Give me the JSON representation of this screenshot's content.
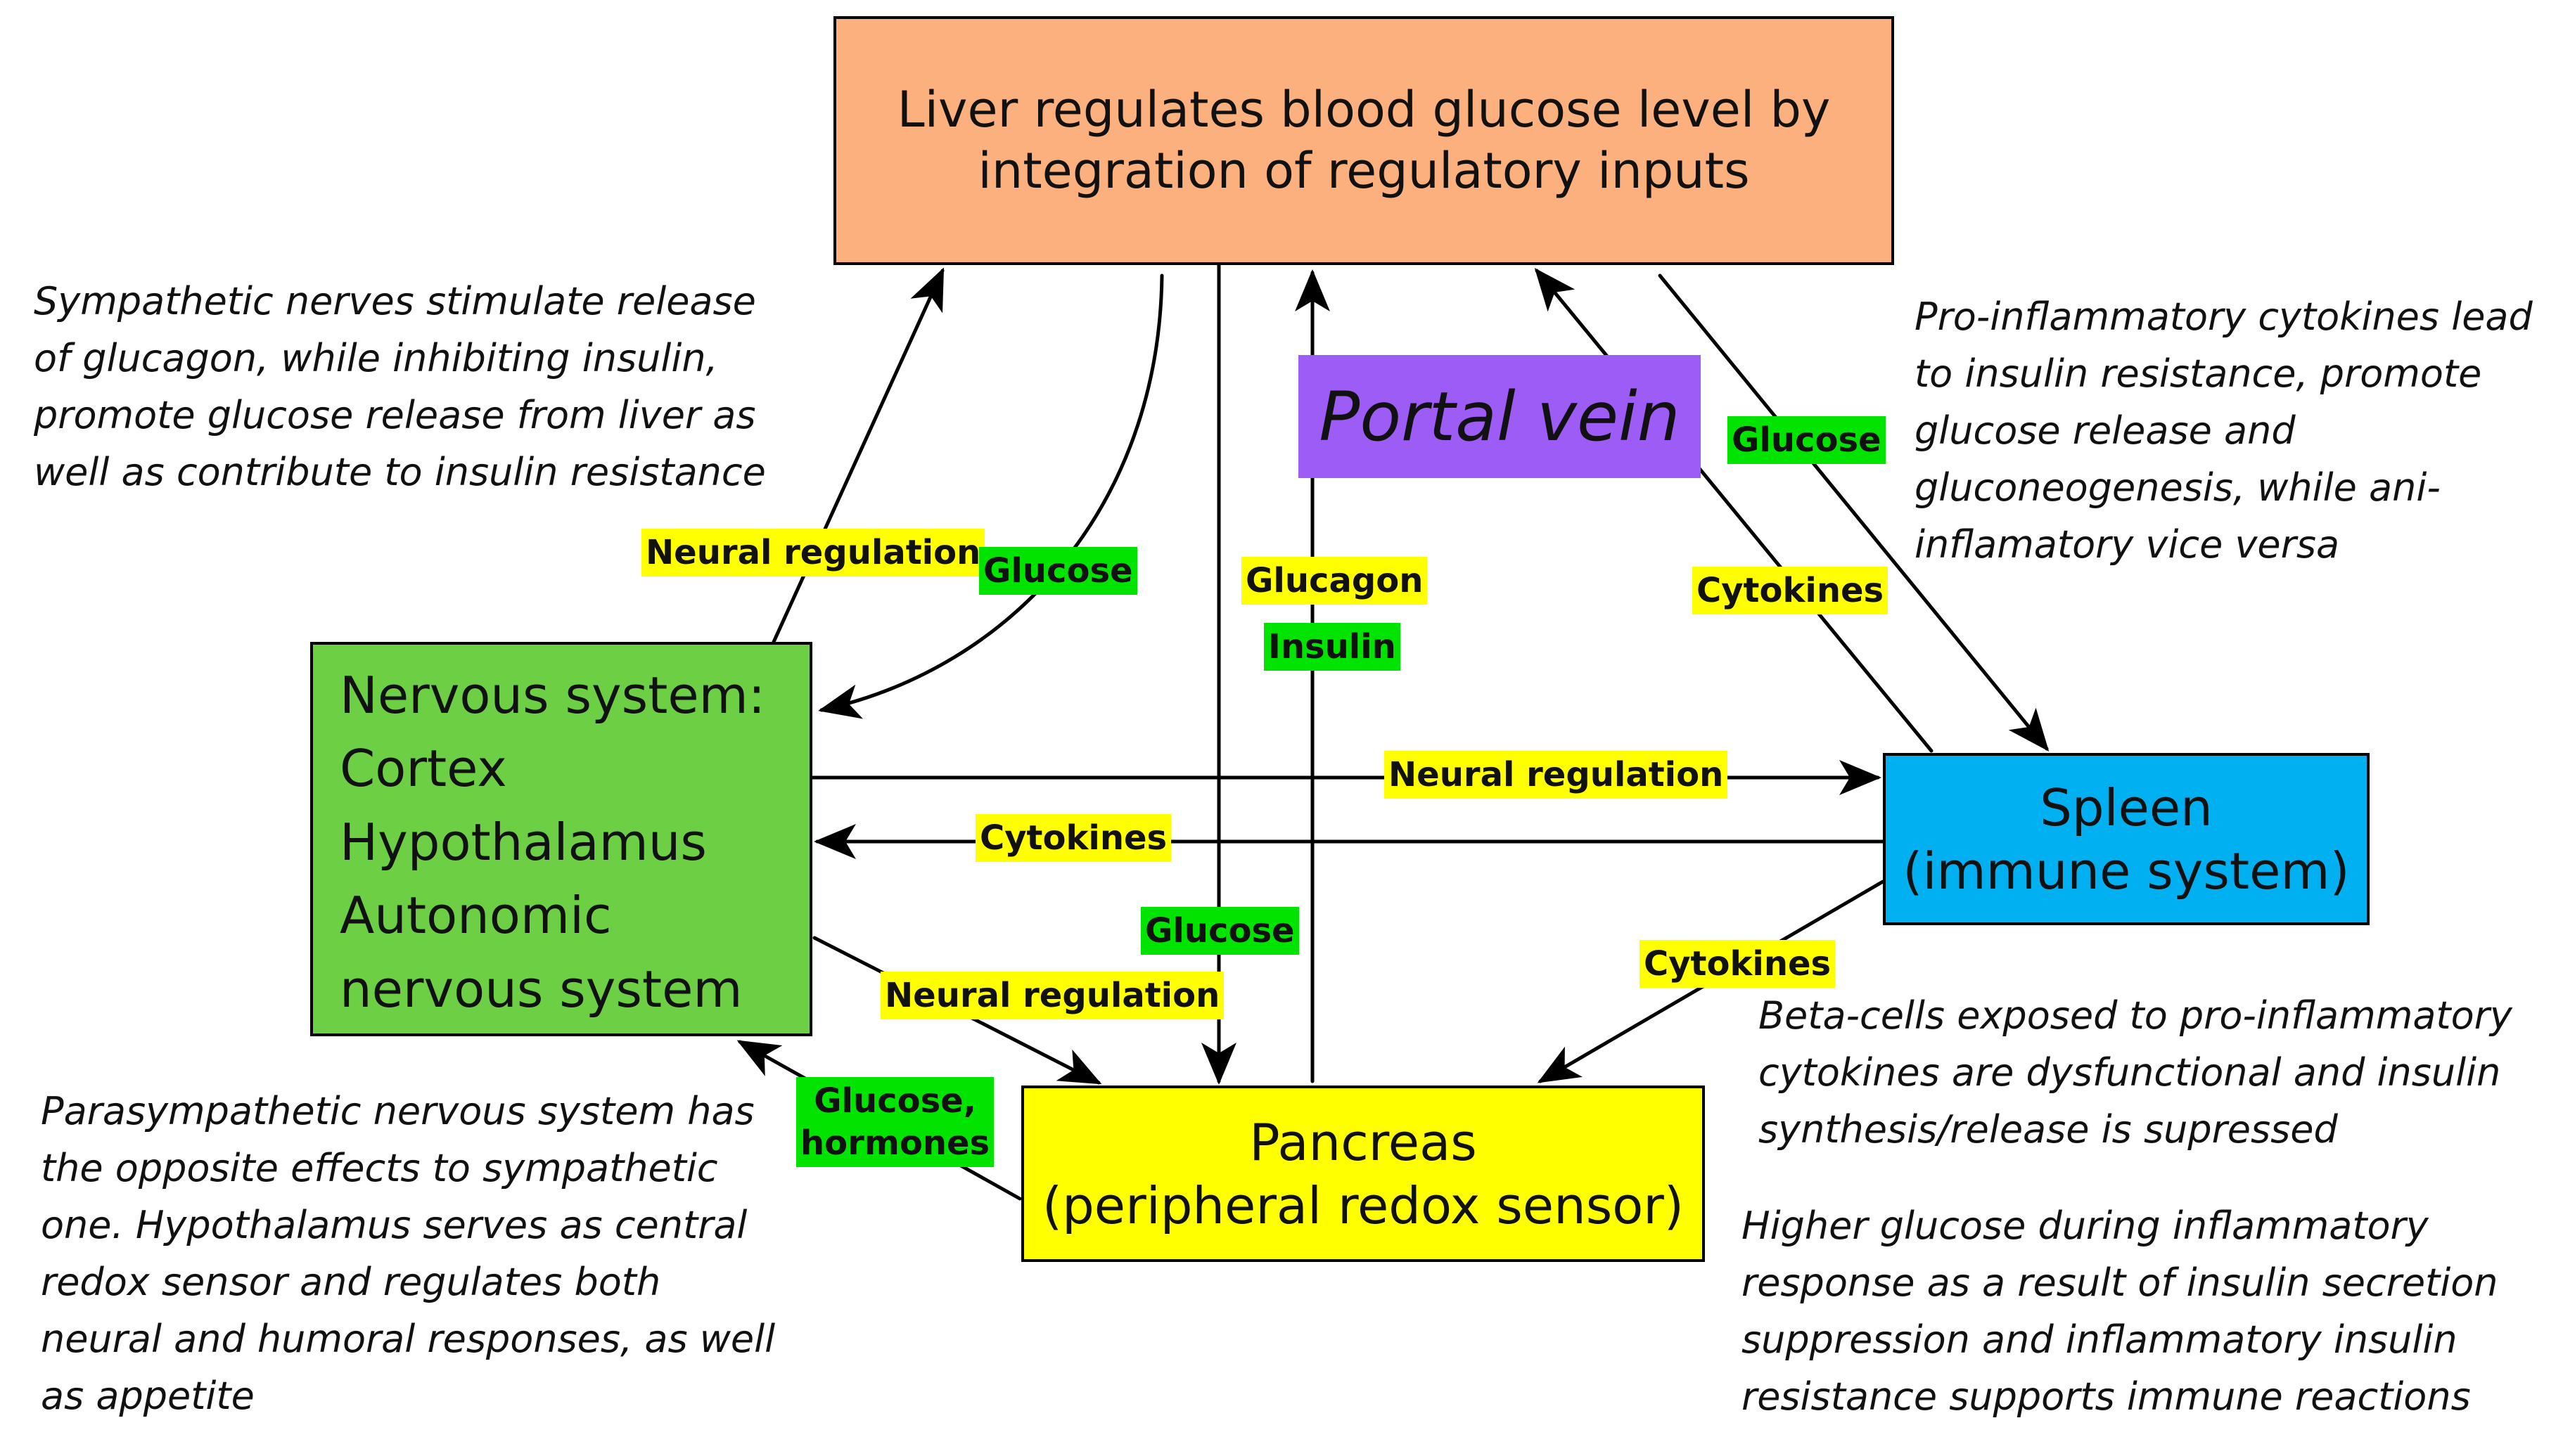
{
  "boxes": {
    "liver": "Liver regulates blood glucose level by\nintegration of regulatory inputs",
    "nervous": "Nervous system:\nCortex\nHypothalamus\nAutonomic\nnervous system",
    "spleen": "Spleen\n(immune system)",
    "pancreas": "Pancreas\n(peripheral redox sensor)",
    "portal": "Portal vein"
  },
  "labels": {
    "neural_liver": "Neural regulation",
    "glucose_liver_to_nervous": "Glucose",
    "glucagon": "Glucagon",
    "insulin": "Insulin",
    "glucose_liver_to_spleen": "Glucose",
    "cytokines_spleen_to_liver": "Cytokines",
    "neural_spleen": "Neural regulation",
    "cytokines_spleen_to_nervous": "Cytokines",
    "glucose_liver_to_pancreas": "Glucose",
    "neural_pancreas": "Neural regulation",
    "cytokines_spleen_to_pancreas": "Cytokines",
    "glucose_hormones": "Glucose,\nhormones"
  },
  "notes": {
    "sympathetic": "Sympathetic nerves stimulate release\nof glucagon, while inhibiting insulin,\npromote glucose release from liver as\nwell as contribute to insulin resistance",
    "proinflammatory": "Pro-inflammatory cytokines lead\nto insulin resistance, promote\nglucose release and\ngluconeogenesis, while ani-\ninflamatory vice versa",
    "beta_cells": "Beta-cells exposed to pro-inflammatory\ncytokines are dysfunctional and insulin\nsynthesis/release is supressed",
    "parasympathetic": "Parasympathetic nervous system has\nthe opposite effects to sympathetic\none. Hypothalamus serves as central\nredox sensor and regulates both\nneural and humoral responses, as well\nas appetite",
    "higher_glucose": "Higher glucose during inflammatory\nresponse as a result of insulin secretion\nsuppression and inflammatory insulin\nresistance supports immune reactions"
  },
  "colors": {
    "liver": "#fbb07d",
    "nervous": "#6dcf44",
    "spleen": "#00b0f0",
    "pancreas": "#ffff00",
    "portal": "#9d5cf6",
    "label_yellow": "#ffff00",
    "label_green": "#00e400"
  }
}
